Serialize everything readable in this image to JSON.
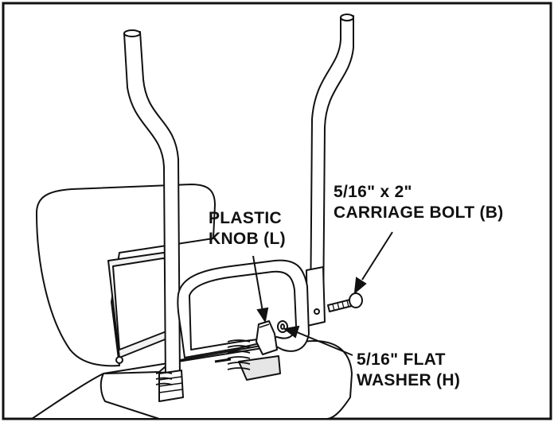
{
  "labels": {
    "knob": {
      "line1": "PLASTIC",
      "line2": "KNOB (L)"
    },
    "bolt": {
      "line1": "5/16\" x 2\"",
      "line2": "CARRIAGE BOLT (B)"
    },
    "washer": {
      "line1": "5/16\" FLAT",
      "line2": "WASHER (H)"
    }
  },
  "colors": {
    "ink": "#111111",
    "part_fill": "#ffffff",
    "shadow": "#d9d9d9"
  }
}
